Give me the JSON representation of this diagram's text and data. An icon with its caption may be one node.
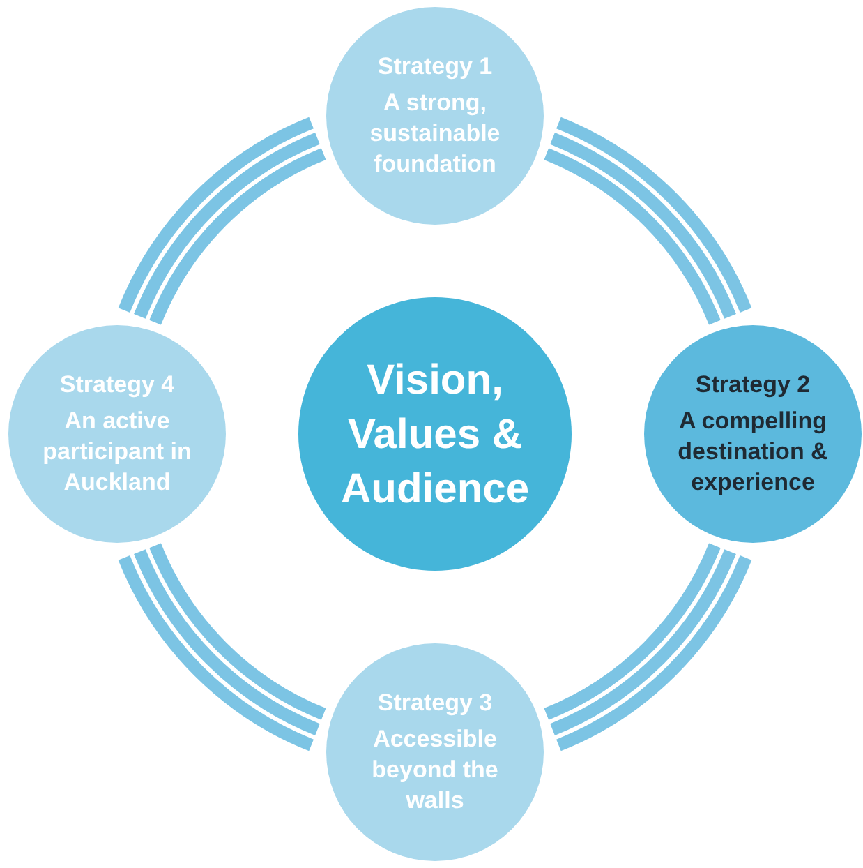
{
  "diagram": {
    "nodes": [
      {
        "text": [
          "Vision, Values & Audience"
        ]
      },
      {
        "text": [
          "Strategy 1",
          "A strong, sustainable foundation"
        ]
      },
      {
        "text": [
          "Strategy 2",
          "A compelling destination & experience"
        ]
      },
      {
        "text": [
          "Strategy 3",
          "Accessible beyond the walls"
        ]
      },
      {
        "text": [
          "Strategy 4",
          "An active participant in Auckland"
        ]
      }
    ],
    "edges": [
      {
        "from": 1,
        "to": 2,
        "arrow": "none"
      },
      {
        "from": 2,
        "to": 3,
        "arrow": "none"
      },
      {
        "from": 3,
        "to": 4,
        "arrow": "none"
      },
      {
        "from": 4,
        "to": 1,
        "arrow": "none"
      }
    ]
  }
}
